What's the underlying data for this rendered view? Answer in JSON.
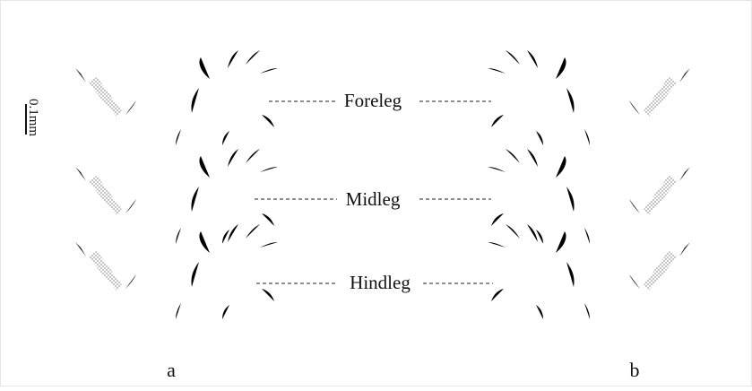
{
  "scale_bar": {
    "label": "0.1mm"
  },
  "legs": [
    {
      "id": "foreleg",
      "label": "Foreleg"
    },
    {
      "id": "midleg",
      "label": "Midleg"
    },
    {
      "id": "hindleg",
      "label": "Hindleg"
    }
  ],
  "panels": {
    "left": "a",
    "right": "b"
  }
}
